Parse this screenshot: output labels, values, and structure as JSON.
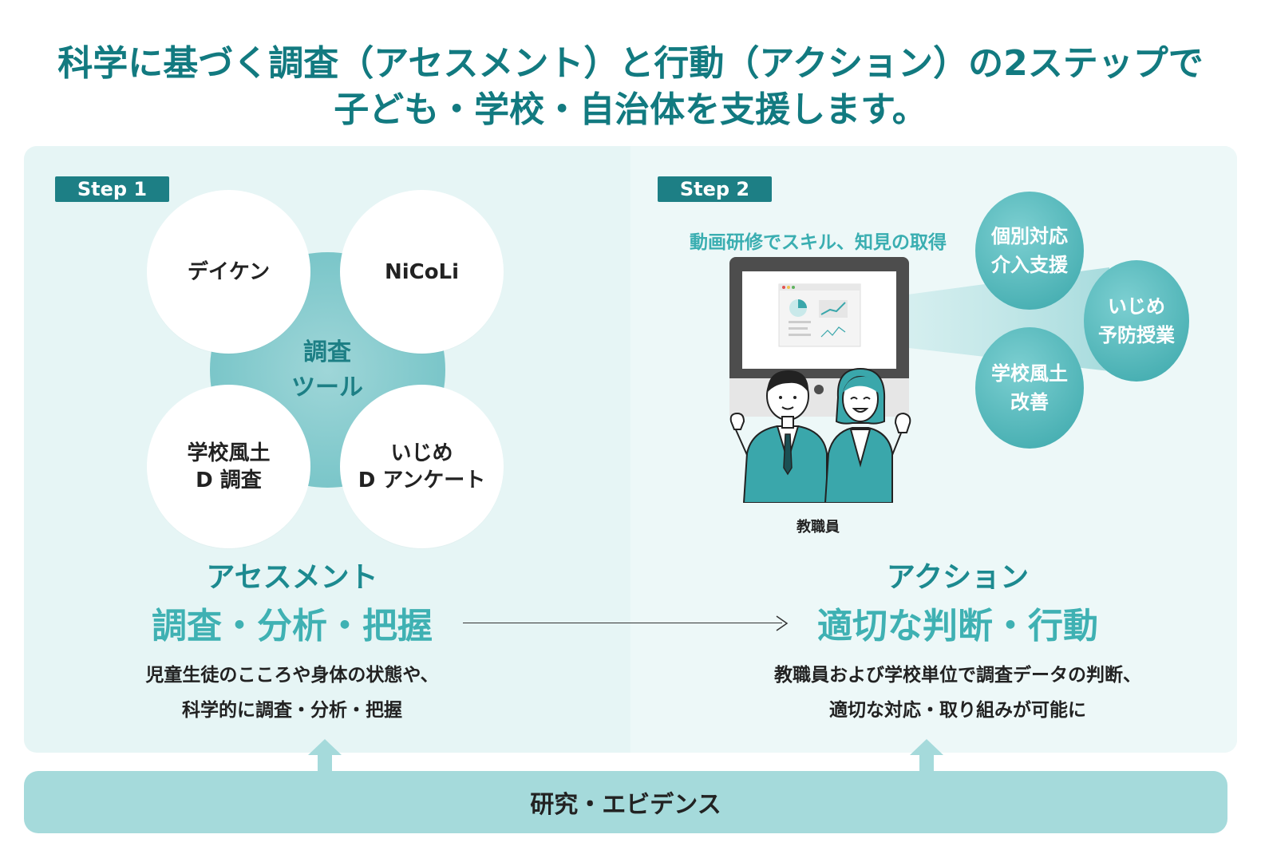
{
  "headline": {
    "line1": "科学に基づく調査（アセスメント）と行動（アクション）の2ステップで",
    "line2": "子ども・学校・自治体を支援します。"
  },
  "step1": {
    "badge": "Step 1",
    "hub_line1": "調査",
    "hub_line2": "ツール",
    "tools": [
      {
        "line1": "デイケン",
        "line2": ""
      },
      {
        "line1": "NiCoLi",
        "line2": ""
      },
      {
        "line1": "学校風土",
        "line2": "D 調査"
      },
      {
        "line1": "いじめ",
        "line2": "D アンケート"
      }
    ],
    "title_en": "アセスメント",
    "title_big": "調査・分析・把握",
    "desc_line1": "児童生徒のこころや身体の状態や、",
    "desc_line2": "科学的に調査・分析・把握"
  },
  "step2": {
    "badge": "Step 2",
    "caption": "動画研修でスキル、知見の取得",
    "staff_label": "教職員",
    "bubbles": [
      {
        "line1": "個別対応",
        "line2": "介入支援"
      },
      {
        "line1": "いじめ",
        "line2": "予防授業"
      },
      {
        "line1": "学校風土",
        "line2": "改善"
      }
    ],
    "title_en": "アクション",
    "title_big": "適切な判断・行動",
    "desc_line1": "教職員および学校単位で調査データの判断、",
    "desc_line2": "適切な対応・取り組みが可能に"
  },
  "foundation": "研究・エビデンス",
  "colors": {
    "teal_dark": "#127a80",
    "teal": "#1d7f85",
    "teal_light": "#3fb1b3",
    "panel_bg": "#e6f5f5",
    "bar_bg": "#a5dadb"
  }
}
